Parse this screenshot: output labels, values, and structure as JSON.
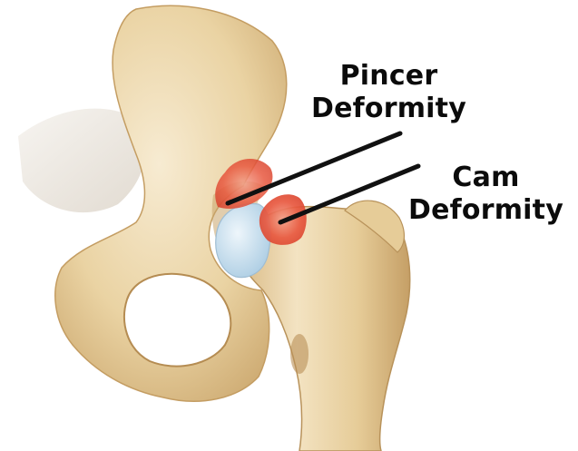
{
  "labels": {
    "pincer": {
      "line1": "Pincer",
      "line2": "Deformity"
    },
    "cam": {
      "line1": "Cam",
      "line2": "Deformity"
    }
  },
  "colors": {
    "bone": "#ead3a3",
    "bone_shadow": "#c9a46a",
    "bone_highlight": "#f6ead0",
    "deformity_red": "#e8583f",
    "cartilage_blue": "#bcd9ec",
    "pointer_line": "#111111",
    "label_text": "#0b0b0b"
  },
  "icons": {
    "pelvis": "pelvis-bone",
    "femur": "femur-bone"
  }
}
